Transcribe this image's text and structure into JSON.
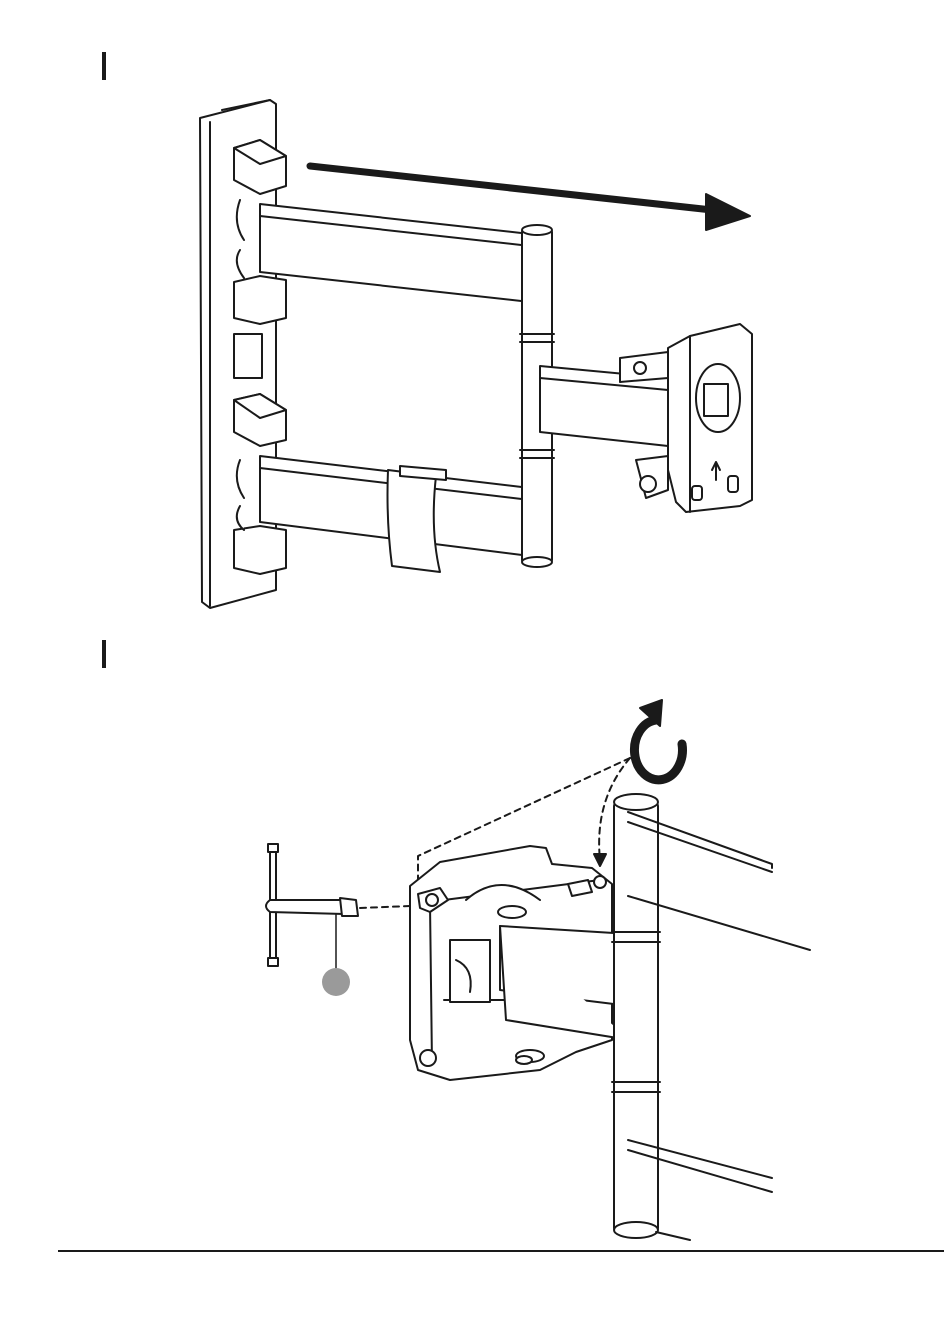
{
  "steps": [
    {
      "id": "step-1",
      "label": ""
    },
    {
      "id": "step-2",
      "label": ""
    }
  ],
  "figure_1": {
    "direction_arrow": "extend-right-arrow"
  },
  "figure_2": {
    "rotation_indicator": "rotate-clockwise-icon",
    "tool": "allen-key-tool",
    "part_callout": ""
  },
  "colors": {
    "line": "#1a1a1a",
    "fill": "#ffffff",
    "callout": "#9a9a9a"
  }
}
